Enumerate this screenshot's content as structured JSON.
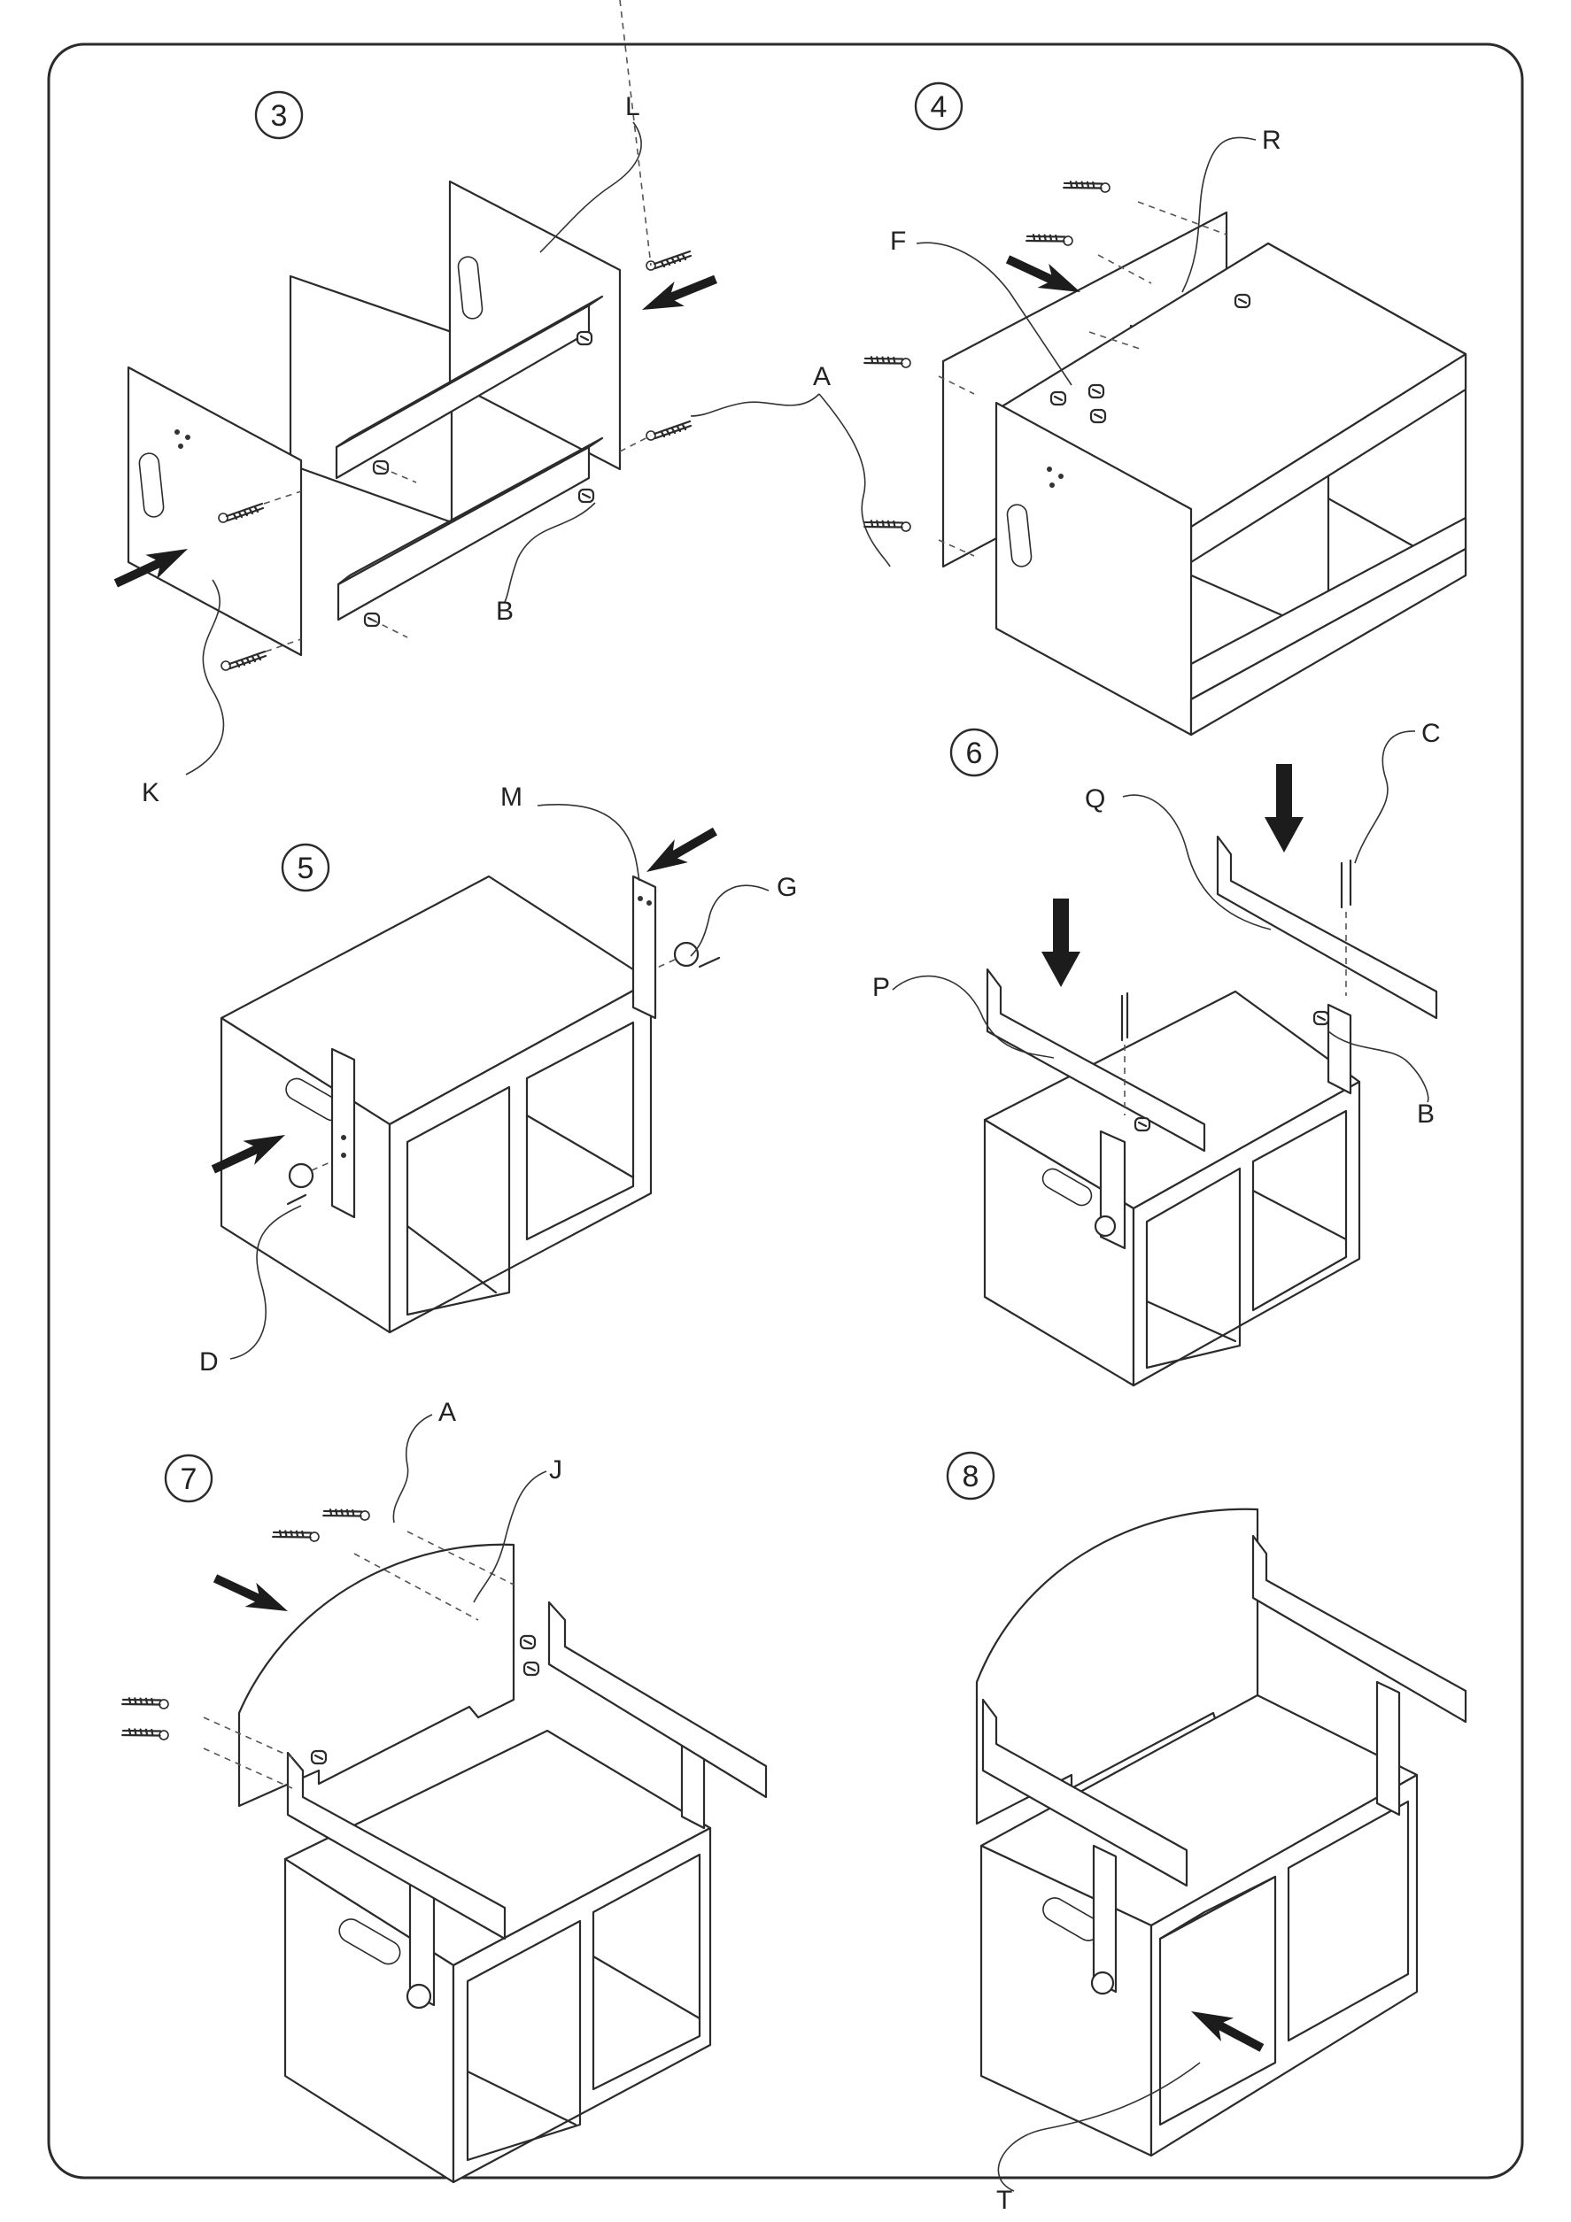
{
  "steps": [
    {
      "number": "3",
      "labels": [
        "L",
        "A",
        "B",
        "K"
      ]
    },
    {
      "number": "4",
      "labels": [
        "R",
        "F"
      ]
    },
    {
      "number": "5",
      "labels": [
        "M",
        "G",
        "D"
      ]
    },
    {
      "number": "6",
      "labels": [
        "C",
        "Q",
        "P",
        "B"
      ]
    },
    {
      "number": "7",
      "labels": [
        "A",
        "J"
      ]
    },
    {
      "number": "8",
      "labels": [
        "T"
      ]
    }
  ],
  "icons": [
    "insert-arrow-icon",
    "screw-icon",
    "cam-lock-icon",
    "knob-icon",
    "handle-slot-icon"
  ]
}
